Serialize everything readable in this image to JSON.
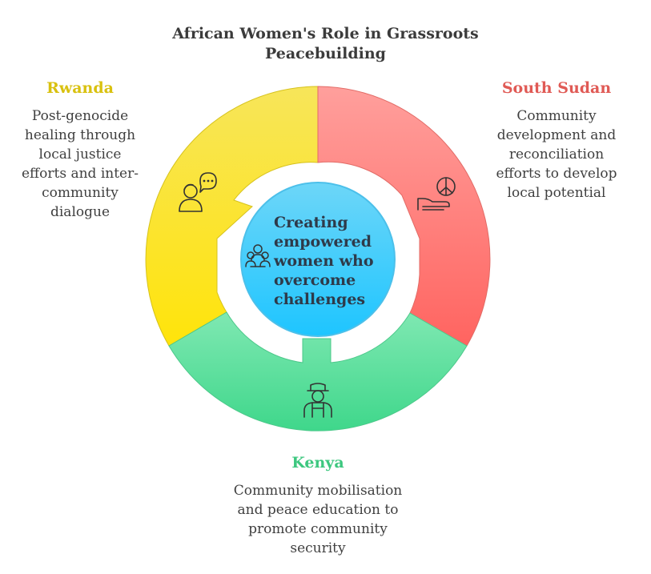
{
  "title_lines": [
    "African Women's Role in Grassroots",
    "Peacebuilding"
  ],
  "center": {
    "lines": [
      "Creating",
      "empowered",
      "women who",
      "overcome",
      "challenges"
    ],
    "icon": "women-group-icon"
  },
  "segments": [
    {
      "heading": "Rwanda",
      "color": "#d9c10f",
      "icon": "woman-speech-bubble-icon",
      "lines": [
        "Post-genocide",
        "healing through",
        "local justice",
        "efforts and inter-",
        "community",
        "dialogue"
      ]
    },
    {
      "heading": "South Sudan",
      "color": "#e05a55",
      "icon": "peace-hand-icon",
      "lines": [
        "Community",
        "development and",
        "reconciliation",
        "efforts to develop",
        "local potential"
      ]
    },
    {
      "heading": "Kenya",
      "color": "#3dc77f",
      "icon": "farmer-woman-icon",
      "lines": [
        "Community mobilisation",
        "and peace education to",
        "promote community",
        "security"
      ]
    }
  ],
  "colors": {
    "yellow_top": "#f7e55a",
    "yellow_bottom": "#ffe40a",
    "red_top": "#ff9f9c",
    "red_bottom": "#ff6460",
    "green_top": "#7fe8b2",
    "green_bottom": "#3fd78b",
    "blue_top": "#6dd6f8",
    "blue_bottom": "#1ec5ff",
    "blue_stroke": "#4cc0ea",
    "text": "#3f3f3f"
  }
}
